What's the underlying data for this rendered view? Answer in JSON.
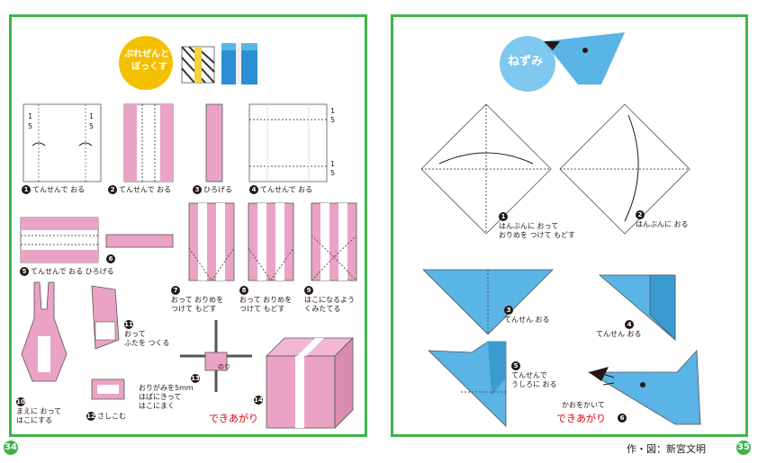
{
  "left_page": {
    "title_line1": "ぷれぜんと",
    "title_line2": "ぼっくす",
    "page_number": "34",
    "fraction_num": "1",
    "fraction_den": "5",
    "steps": [
      {
        "n": "1",
        "text": "てんせんで おる"
      },
      {
        "n": "2",
        "text": "てんせんで おる"
      },
      {
        "n": "3",
        "text": "ひろげる"
      },
      {
        "n": "4",
        "text": "てんせんで おる"
      },
      {
        "n": "5",
        "text": "てんせんで おる ひろげる"
      },
      {
        "n": "6",
        "text": ""
      },
      {
        "n": "7",
        "text": "おって おりめを\nつけて もどす"
      },
      {
        "n": "8",
        "text": "おって おりめを\nつけて もどす"
      },
      {
        "n": "9",
        "text": "はこになるよう\nくみたてる"
      },
      {
        "n": "10",
        "text": "まえに おって\nはこにする"
      },
      {
        "n": "11",
        "text": "おって\nふたを つくる"
      },
      {
        "n": "12",
        "text": "さしこむ"
      },
      {
        "n": "13",
        "text": "おりがみを5mm\nはばにきって\nはこにまく"
      },
      {
        "n": "14",
        "text": "できあがり"
      }
    ],
    "glue_label": "のり"
  },
  "right_page": {
    "title": "ねずみ",
    "page_number": "35",
    "credit": "作・図：新宮文明",
    "steps": [
      {
        "n": "1",
        "text": "はんぶんに おって\nおりめを つけて もどす"
      },
      {
        "n": "2",
        "text": "はんぶんに おる"
      },
      {
        "n": "3",
        "text": "てんせん おる"
      },
      {
        "n": "4",
        "text": "てんせん おる"
      },
      {
        "n": "5",
        "text": "てんせんで\nうしろに おる"
      },
      {
        "n": "6",
        "pre": "かおをかいて",
        "text": "できあがり"
      }
    ]
  },
  "colors": {
    "green": "#3fb34a",
    "pink": "#eaa3c4",
    "blue": "#5ab4e5",
    "red": "#e60012"
  }
}
